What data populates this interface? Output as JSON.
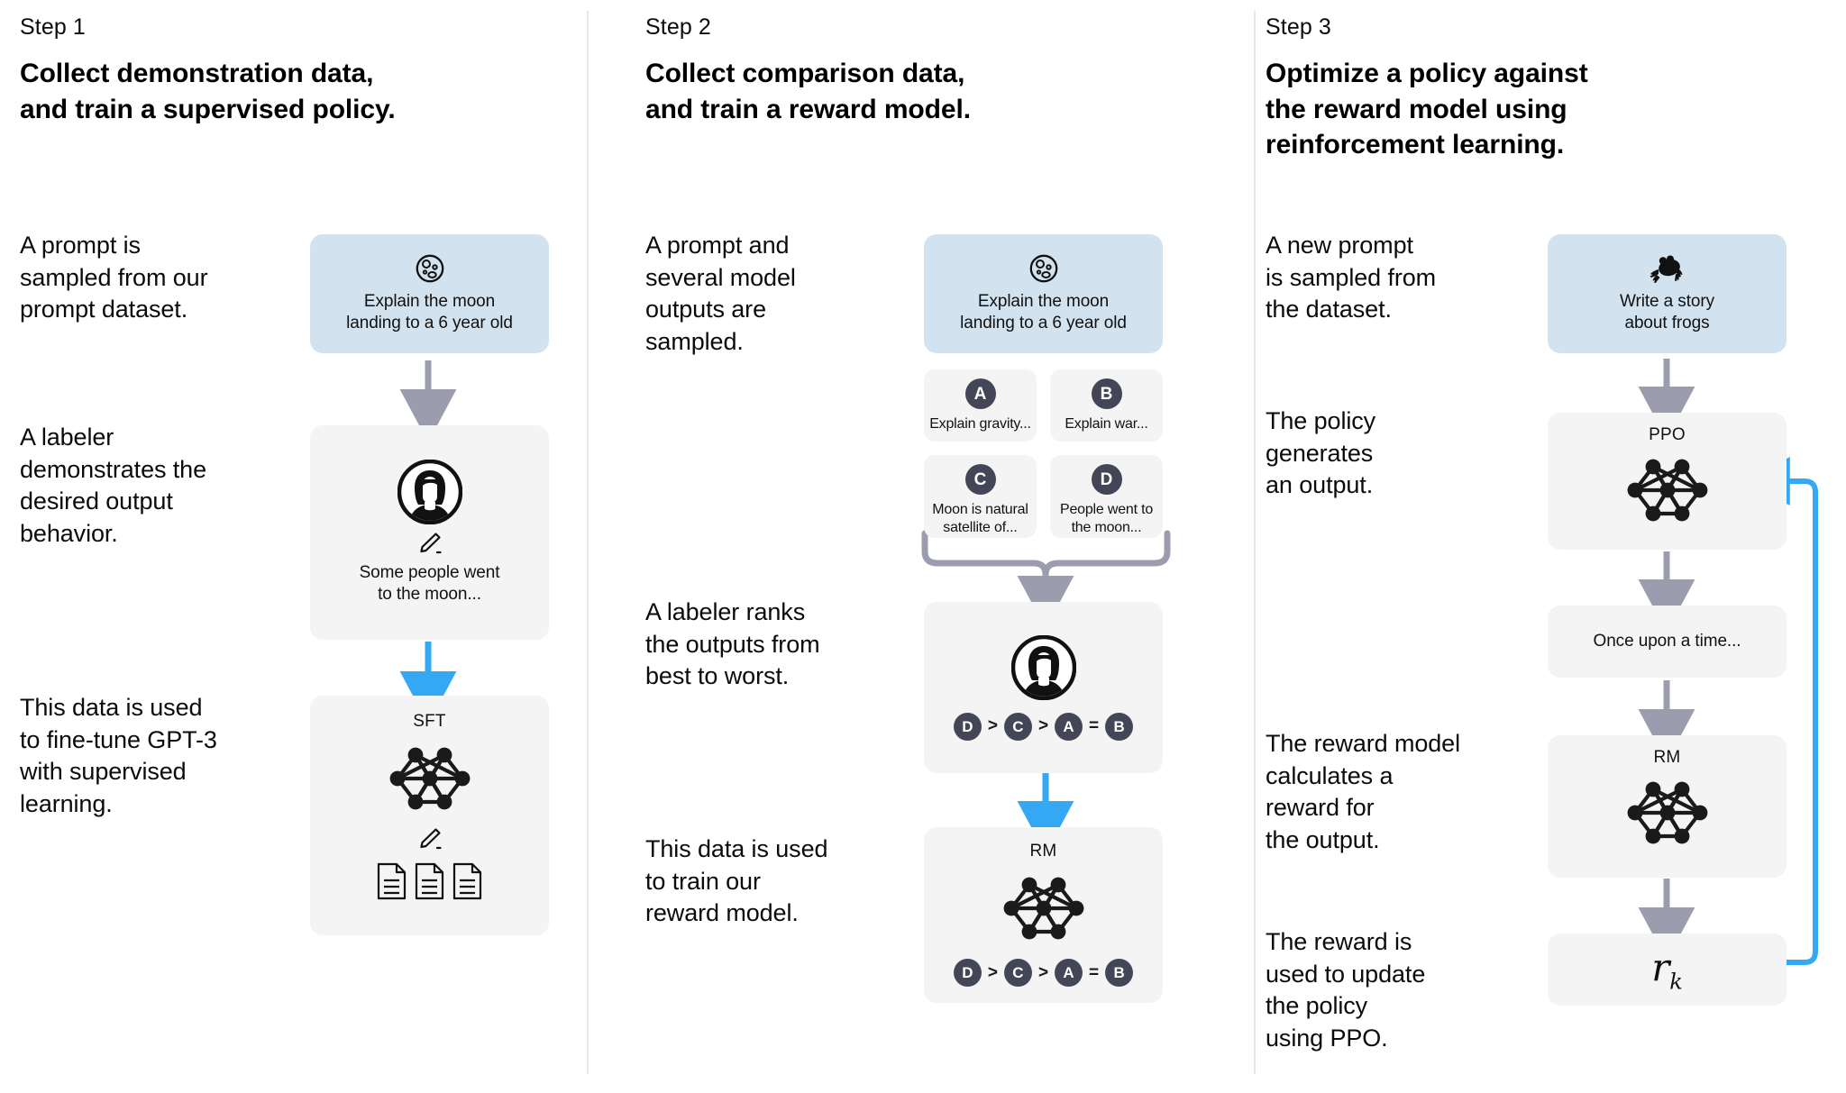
{
  "palette": {
    "prompt_box_blue": "#d2e3ef",
    "card_grey": "#f4f4f4",
    "badge_dark": "#434656",
    "arrow_grey": "#9b9cae",
    "arrow_blue": "#35a8f4",
    "divider": "#e8e8e8",
    "text": "#0b0b0b"
  },
  "steps": [
    {
      "label": "Step 1",
      "title": "Collect demonstration data,\nand train a supervised policy.",
      "paragraphs": [
        "A prompt is\nsampled from our\nprompt dataset.",
        "A labeler\ndemonstrates the\ndesired output\nbehavior.",
        "This data is used\nto fine-tune GPT-3\nwith supervised\nlearning."
      ],
      "prompt_box": {
        "icon": "moon-icon",
        "caption": "Explain the moon\nlanding to a 6 year old"
      },
      "labeler_box": {
        "icon": "labeler-avatar-icon",
        "sub_icon": "pencil-icon",
        "caption": "Some people went\nto the moon..."
      },
      "model_box": {
        "title": "SFT",
        "icon": "neural-network-icon",
        "sub_icon": "pencil-icon",
        "docs_icon": "documents-icon"
      }
    },
    {
      "label": "Step 2",
      "title": "Collect comparison data,\nand train a reward model.",
      "paragraphs": [
        "A prompt and\nseveral model\noutputs are\nsampled.",
        "A labeler ranks\nthe outputs from\nbest to worst.",
        "This data is used\nto train our\nreward model."
      ],
      "prompt_box": {
        "icon": "moon-icon",
        "caption": "Explain the moon\nlanding to a 6 year old"
      },
      "options": [
        {
          "badge": "A",
          "text": "Explain gravity..."
        },
        {
          "badge": "B",
          "text": "Explain war..."
        },
        {
          "badge": "C",
          "text": "Moon is natural\nsatellite of..."
        },
        {
          "badge": "D",
          "text": "People went to\nthe moon..."
        }
      ],
      "labeler_box": {
        "icon": "labeler-avatar-icon",
        "ranking": [
          "D",
          ">",
          "C",
          ">",
          "A",
          "=",
          "B"
        ]
      },
      "model_box": {
        "title": "RM",
        "icon": "neural-network-icon",
        "ranking": [
          "D",
          ">",
          "C",
          ">",
          "A",
          "=",
          "B"
        ]
      }
    },
    {
      "label": "Step 3",
      "title": "Optimize a policy against\nthe reward model using\nreinforcement learning.",
      "paragraphs": [
        "A new prompt\nis sampled from\nthe dataset.",
        "The policy\ngenerates\nan output.",
        "The reward model\ncalculates a\nreward for\nthe output.",
        "The reward is\nused to update\nthe policy\nusing PPO."
      ],
      "prompt_box": {
        "icon": "frog-icon",
        "caption": "Write a story\nabout frogs"
      },
      "policy_box": {
        "title": "PPO",
        "icon": "neural-network-icon"
      },
      "output_box": {
        "caption": "Once upon a time..."
      },
      "reward_model_box": {
        "title": "RM",
        "icon": "neural-network-icon"
      },
      "reward_box": {
        "symbol": "r",
        "subscript": "k"
      }
    }
  ]
}
